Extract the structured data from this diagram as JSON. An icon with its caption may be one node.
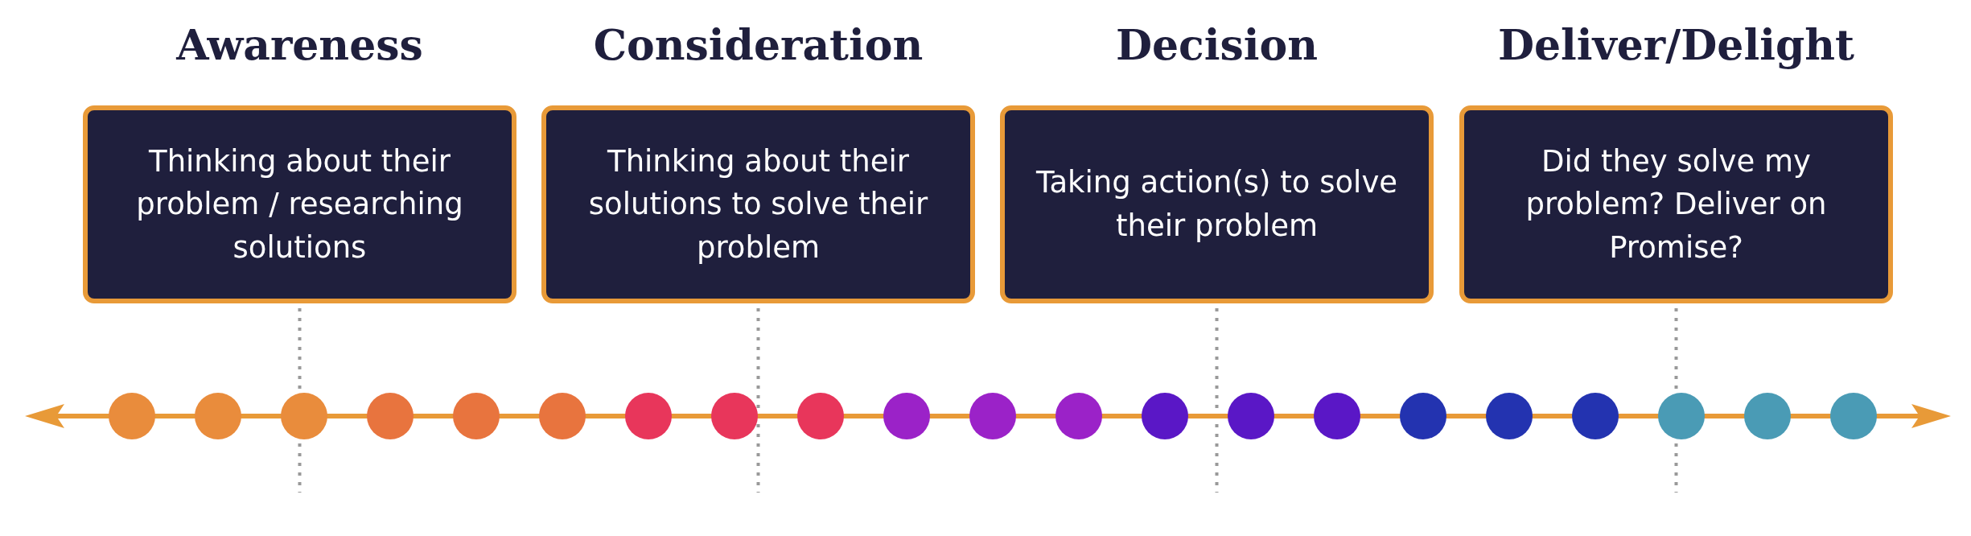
{
  "diagram": {
    "nodes": [
      {
        "text": [
          "Awareness",
          "Thinking about their problem / researching solutions"
        ]
      },
      {
        "text": [
          "Consideration",
          "Thinking about their solutions to solve their problem"
        ]
      },
      {
        "text": [
          "Decision",
          "Taking action(s) to solve their problem"
        ]
      },
      {
        "text": [
          "Deliver/Delight",
          "Did they solve my problem? Deliver on Promise?"
        ]
      }
    ],
    "edges": []
  }
}
